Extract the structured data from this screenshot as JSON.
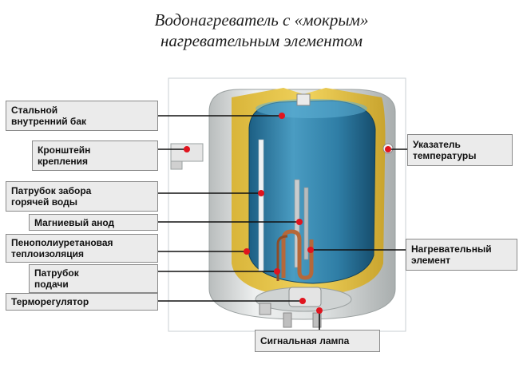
{
  "title": {
    "line1": "Водонагреватель с «мокрым»",
    "line2": "нагревательным элементом"
  },
  "labels": {
    "steel_tank": "Стальной\nвнутренний бак",
    "bracket": "Кронштейн\nкрепления",
    "hot_outlet": "Патрубок забора\nгорячей воды",
    "anode": "Магниевый анод",
    "insulation": "Пенополиуретановая\nтеплоизоляция",
    "inlet": "Патрубок\nподачи",
    "thermostat": "Терморегулятор",
    "temp_indicator": "Указатель\nтемпературы",
    "heating_element": "Нагревательный\nэлемент",
    "signal_lamp": "Сигнальная лампа"
  },
  "colors": {
    "insulation": "#e8c84a",
    "water": "#2f7ea6",
    "shell": "#d9dcdc",
    "marker": "#e0141e",
    "heating_element": "#b5683a"
  }
}
